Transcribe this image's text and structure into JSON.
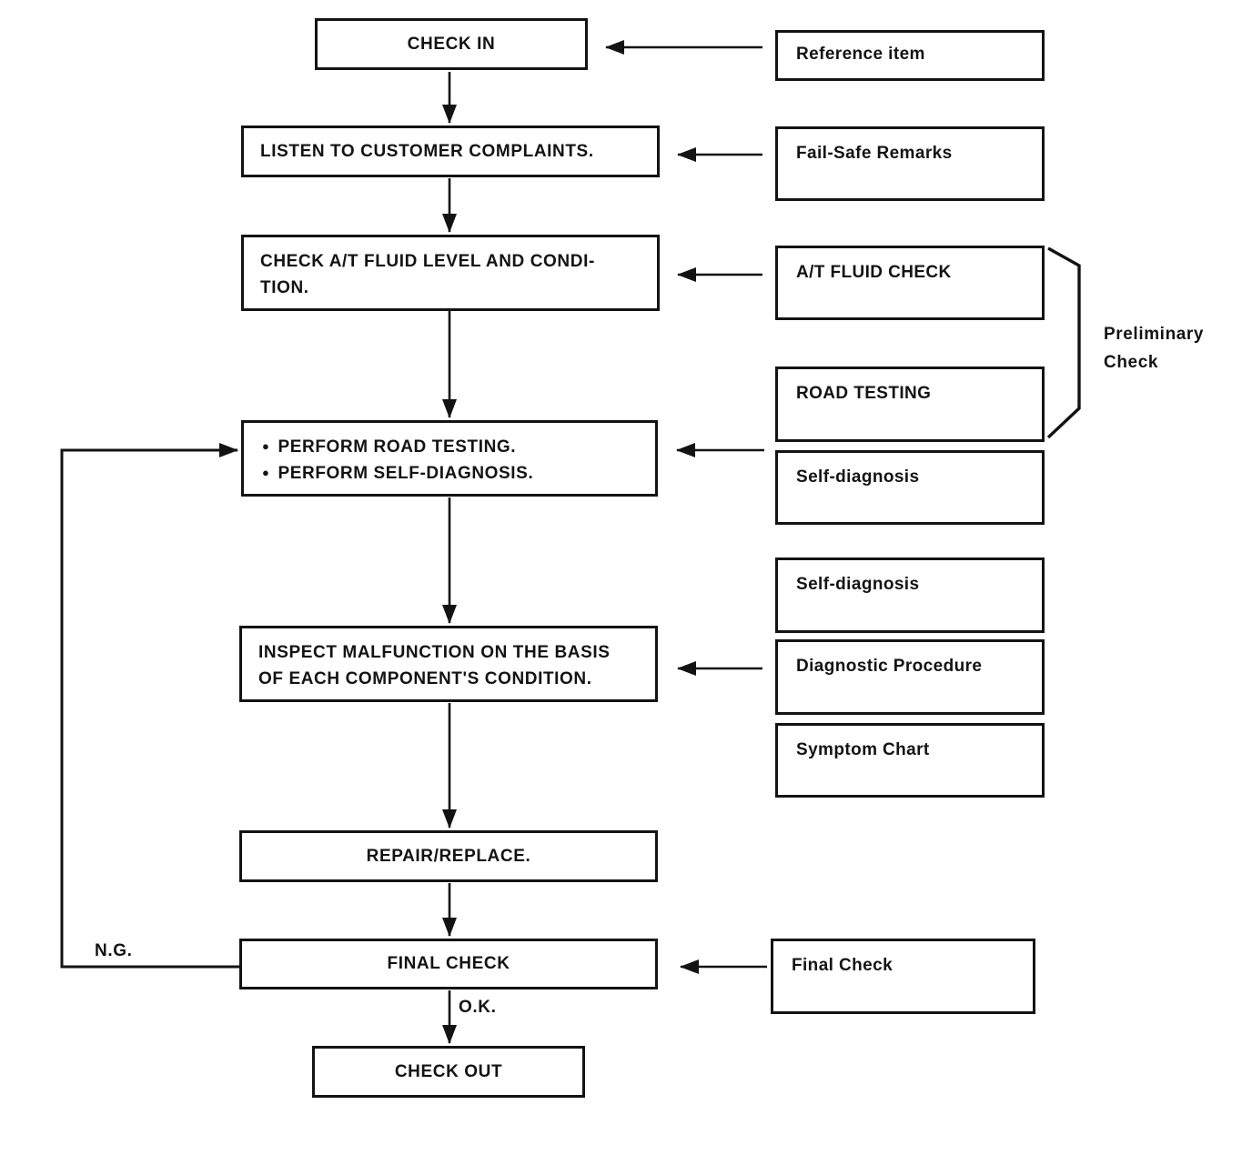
{
  "flow": {
    "check_in": "CHECK IN",
    "listen": "LISTEN TO CUSTOMER COMPLAINTS.",
    "fluid_line1": "CHECK A/T FLUID LEVEL AND CONDI-",
    "fluid_line2": "TION.",
    "perform_bullet1": "PERFORM ROAD TESTING.",
    "perform_bullet2": "PERFORM SELF-DIAGNOSIS.",
    "inspect_line1": "INSPECT MALFUNCTION ON THE BASIS",
    "inspect_line2": "OF EACH COMPONENT'S CONDITION.",
    "repair": "REPAIR/REPLACE.",
    "final_check": "FINAL CHECK",
    "check_out": "CHECK OUT"
  },
  "references": {
    "reference_item": "Reference item",
    "fail_safe_remarks": "Fail-Safe Remarks",
    "at_fluid_check": "A/T FLUID CHECK",
    "road_testing": "ROAD TESTING",
    "self_diagnosis_1": "Self-diagnosis",
    "self_diagnosis_2": "Self-diagnosis",
    "diagnostic_procedure": "Diagnostic Procedure",
    "symptom_chart": "Symptom Chart",
    "final_check": "Final Check"
  },
  "labels": {
    "ng": "N.G.",
    "ok": "O.K.",
    "preliminary_line1": "Preliminary",
    "preliminary_line2": "Check"
  }
}
